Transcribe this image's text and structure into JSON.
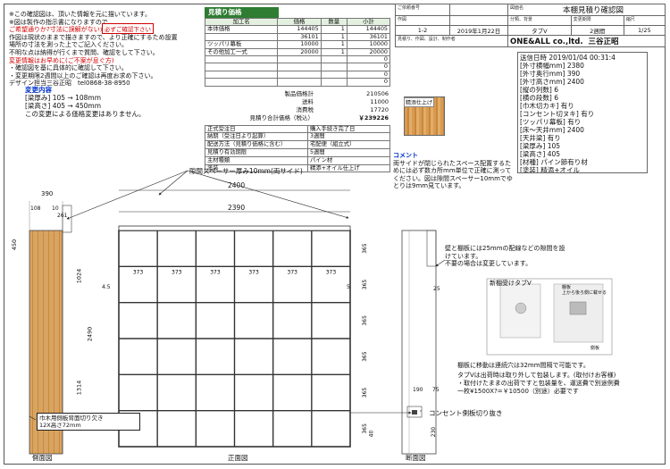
{
  "notes": {
    "lines": [
      {
        "text": "※この確認図は、頂いた情報を元に描いています。",
        "color": "black"
      },
      {
        "text": "※図は製作の指示書になりますので",
        "color": "black"
      },
      {
        "text": "ご希望通りか?寸法に誤解がないか?",
        "color": "red"
      },
      {
        "text": "作図は現状のままで描きますので、より正確にするため設置",
        "color": "black"
      },
      {
        "text": "場所の寸法を測った上でご記入ください。",
        "color": "black"
      },
      {
        "text": "不明な点は納得が行くまで質問、確認をして下さい。",
        "color": "black"
      },
      {
        "text": "変更情報はお早めに(ご不案が息ぐ方)",
        "color": "red"
      },
      {
        "text": "・確認図を基に具体的に確認して下さい。",
        "color": "black"
      },
      {
        "text": "・変更期限2週間以上のご確認は再度お求め下さい。",
        "color": "black"
      },
      {
        "text": "デザイン担当三谷正昭　tel0868-38-8950",
        "color": "black"
      }
    ],
    "stamp": "必ずご確認下さい"
  },
  "change": {
    "title": "変更内容",
    "lines": [
      "[梁厚み] 105 → 108mm",
      "[梁高さ] 405 → 450mm",
      "この変更による価格変更はありません。"
    ]
  },
  "estimate": {
    "title": "見積り価格",
    "headers": [
      "加工名",
      "価格",
      "数量",
      "小計"
    ],
    "rows": [
      [
        "本体価格",
        "144405",
        "1",
        "144405"
      ],
      [
        "",
        "36101",
        "1",
        "36101"
      ],
      [
        "ツッパリ幕板",
        "10000",
        "1",
        "10000"
      ],
      [
        "その他加工一式",
        "20000",
        "1",
        "20000"
      ],
      [
        "",
        "",
        "",
        "0"
      ],
      [
        "",
        "",
        "",
        "0"
      ],
      [
        "",
        "",
        "",
        "0"
      ],
      [
        "",
        "",
        "",
        "0"
      ]
    ],
    "subtotal_label": "製品価格計",
    "subtotal": "210506",
    "shipping_label": "送料",
    "shipping": "11000",
    "tax_label": "消費税",
    "tax": "17720",
    "total_label": "見積り合計価格（税込）",
    "total": "￥239226"
  },
  "order_info": {
    "rows": [
      [
        "正式受注日",
        "購入手続き完了日"
      ],
      [
        "納期（受注日より起算）",
        "3週間"
      ],
      [
        "配送方法（見積り価格に含む）",
        "宅配便（組立式）"
      ],
      [
        "見積り有効期限",
        "5週間"
      ],
      [
        "主材種類",
        "パイン材"
      ],
      [
        "塗装",
        "精添+オイル仕上げ"
      ]
    ]
  },
  "titleblock": {
    "drawing_no_label": "ご依頼番号",
    "drawing_name_label": "図面名",
    "drawing_name": "本棚見積り確認図",
    "sheet_label": "作図",
    "sheet": "1-2",
    "date": "2019年1月22日",
    "category_label": "分類、背景",
    "category": "タブV",
    "period_label": "変更期限",
    "period": "2週間",
    "scale_label": "縮尺",
    "scale": "1/25",
    "footer": "見積り、作図、設計、制作者",
    "company": "ONE&ALL co.,ltd.",
    "designer": "三谷正昭"
  },
  "spec": {
    "lines": [
      "送信日時 2019/01/04 00:31:4",
      "[外寸横幅mm] 2380",
      "[外寸奥行mm] 390",
      "[外寸高さmm] 2400",
      "[縦の列数] 6",
      "[横の段数] 6",
      "[巾木切カキ] 有り",
      "[コンセント切ヌキ] 有り",
      "[ツッパリ幕板] 有り",
      "[床～天井mm] 2400",
      "[天井梁] 有り",
      "[梁厚み] 105",
      "[梁高さ] 405",
      "[材種] パイン節有り材",
      "[塗装] 精添+オイル"
    ]
  },
  "finish_label": "精添仕上げ",
  "comment": {
    "title": "コメント",
    "text": "両サイドが閉じられたスペース配置するためには必ず数カ所mm単位で正確に測ってください。図は隙間スペーサー10mmでゆとりは9mm見ています。"
  },
  "drawing": {
    "side_label": "側面図",
    "front_label": "正面図",
    "section_label": "断面図",
    "spacer_note": "隙間スペーサー厚み10mm(両サイド)",
    "baseboard_note": "巾木用側板背面切り欠き\n12X高さ72mm",
    "outlet_note": "コンセント側板切り抜き",
    "gap_note": "壁と棚板には25mmの配線などの隙間を設けています。\n不要の場合は変更しています。",
    "hook_label": "新棚受けタブV",
    "hook_sub": "棚板\n上から後ろ側に載せる",
    "hook_side": "側板",
    "pitch_note": "棚板に移動は連続穴は32mm間隔で可能です。",
    "tabv_note": "タブVは出荷時は取り外して包装します。(取付けお客様)\n・取付けたままの出荷ですと包装量を、運送費で別途例費\n一枚¥1500X?=￥10500（別途）必要です",
    "dims": {
      "total_width": "2400",
      "inner_width": "2390",
      "col": "373",
      "side_depth": "390",
      "side_a": "108",
      "side_b": "10",
      "side_c": "261",
      "top": "450",
      "h1": "1024",
      "h2": "2490",
      "h3": "1314",
      "left_margin": "4.5",
      "right_margin": "5",
      "row": "365",
      "bottom": "40",
      "sec_w": "190",
      "sec_b": "75",
      "sec_h": "230",
      "sec_c": "25"
    }
  }
}
